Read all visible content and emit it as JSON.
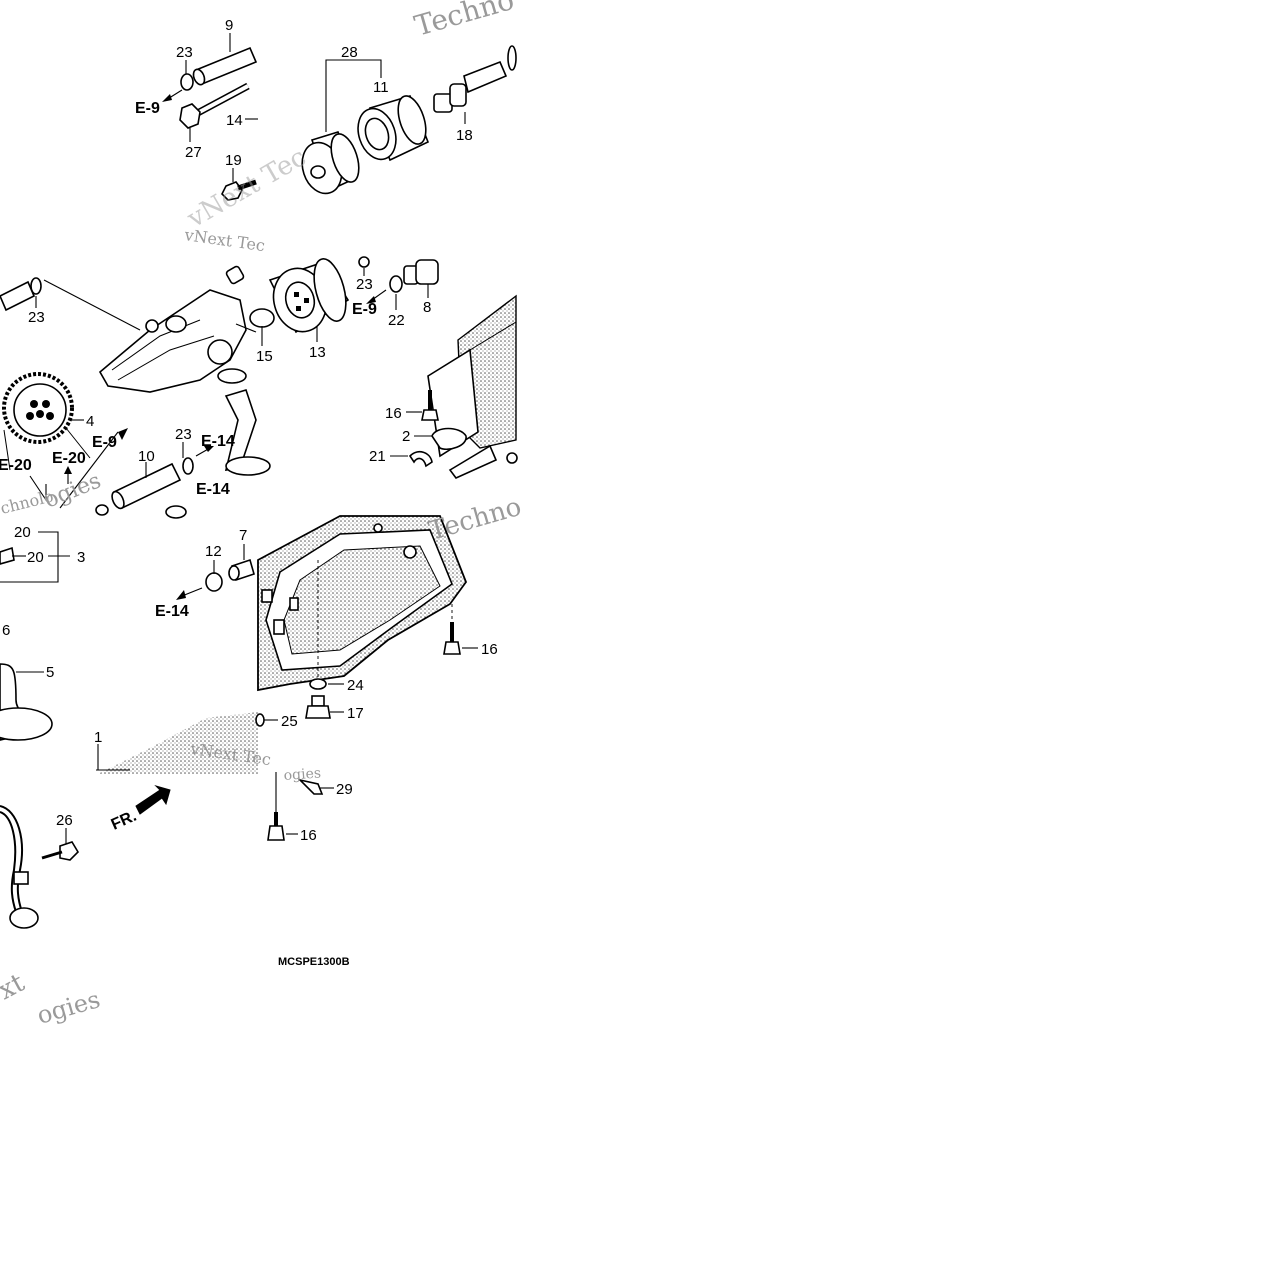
{
  "diagram": {
    "code": "MCSPE1300B",
    "direction_label": "FR.",
    "callouts": {
      "c1": "1",
      "c2": "2",
      "c3": "3",
      "c4": "4",
      "c5": "5",
      "c6": "6",
      "c7": "7",
      "c8": "8",
      "c9": "9",
      "c10": "10",
      "c11": "11",
      "c12": "12",
      "c13": "13",
      "c14": "14",
      "c15": "15",
      "c16a": "16",
      "c16b": "16",
      "c16c": "16",
      "c17": "17",
      "c18": "18",
      "c19": "19",
      "c20a": "20",
      "c20b": "20",
      "c21": "21",
      "c22": "22",
      "c23a": "23",
      "c23b": "23",
      "c23c": "23",
      "c23d": "23",
      "c24": "24",
      "c25": "25",
      "c26": "26",
      "c27": "27",
      "c28": "28",
      "c29": "29"
    },
    "refs": {
      "e9a": "E-9",
      "e9b": "E-9",
      "e9c": "E-9",
      "e14a": "E-14",
      "e14b": "E-14",
      "e14c": "E-14",
      "e20a": "E-20",
      "e20b": "E-20"
    },
    "watermarks": {
      "w1": "Techno",
      "w2": "vNext Tec",
      "w3": "vNext Tec",
      "w4": "Techno",
      "w5": "vNext Tec",
      "w6": "ogies",
      "w7": "chnolo",
      "w8": "ogies",
      "w9": "xt",
      "w10": "ogies"
    }
  }
}
